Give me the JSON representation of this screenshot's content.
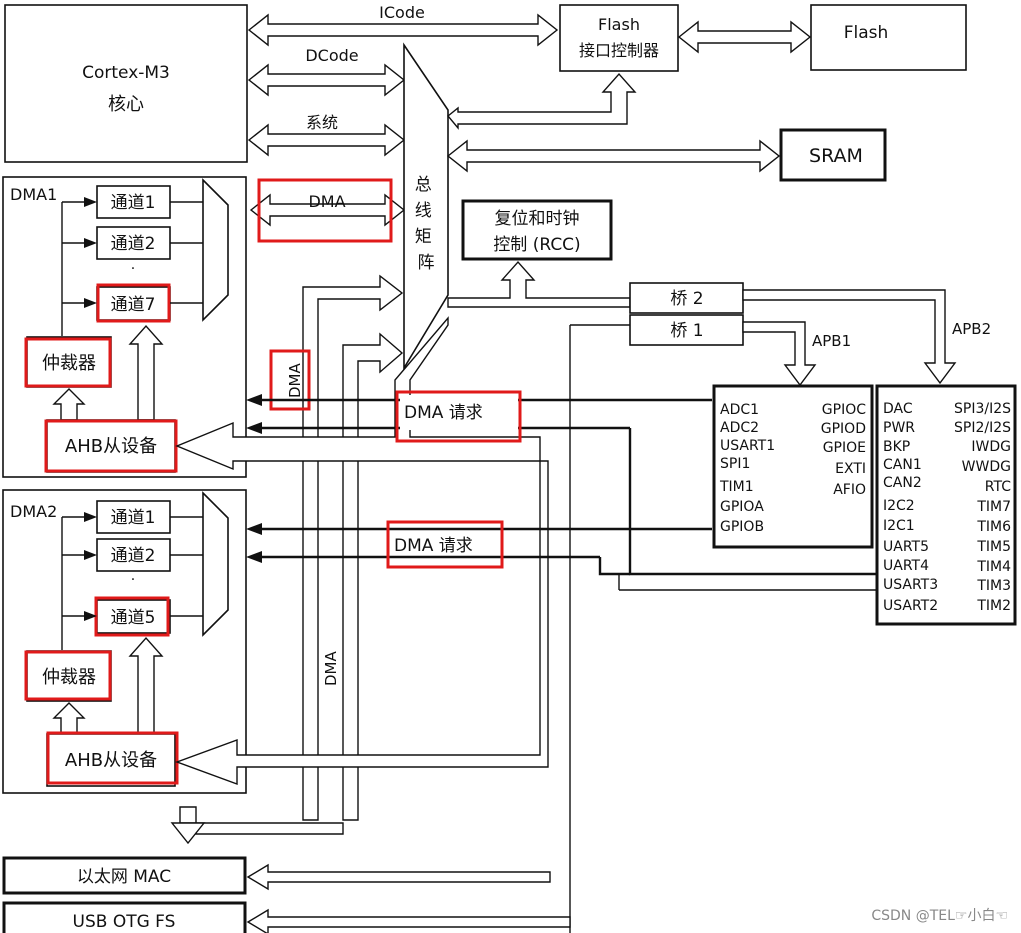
{
  "cpu": {
    "line1": "Cortex-M3",
    "line2": "核心"
  },
  "bus": {
    "icode": "ICode",
    "dcode": "DCode",
    "system": "系统",
    "dma": "DMA"
  },
  "flash_ctrl": {
    "line1": "Flash",
    "line2": "接口控制器"
  },
  "flash": "Flash",
  "sram": "SRAM",
  "bus_matrix": "总线矩阵",
  "rcc": {
    "line1": "复位和时钟",
    "line2": "控制 (RCC)"
  },
  "bridge2": "桥 2",
  "bridge1": "桥 1",
  "apb1_label": "APB1",
  "apb2_label": "APB2",
  "dma1": {
    "title": "DMA1",
    "channels": [
      "通道1",
      "通道2",
      "通道7"
    ],
    "arbiter": "仲裁器",
    "ahb_slave": "AHB从设备"
  },
  "dma2": {
    "title": "DMA2",
    "channels": [
      "通道1",
      "通道2",
      "通道5"
    ],
    "arbiter": "仲裁器",
    "ahb_slave": "AHB从设备"
  },
  "dma_vertical_1": "DMA",
  "dma_vertical_2": "DMA",
  "dma_request_1": "DMA  请求",
  "dma_request_2": "DMA  请求",
  "apb1_peripherals": {
    "left": [
      "ADC1",
      "ADC2",
      "USART1",
      "SPI1",
      "TIM1",
      "GPIOA",
      "GPIOB"
    ],
    "right": [
      "GPIOC",
      "GPIOD",
      "GPIOE",
      "EXTI",
      "AFIO"
    ]
  },
  "apb2_peripherals": {
    "left": [
      "DAC",
      "PWR",
      "BKP",
      "CAN1",
      "CAN2",
      "I2C2",
      "I2C1",
      "UART5",
      "UART4",
      "USART3",
      "USART2"
    ],
    "right": [
      "SPI3/I2S",
      "SPI2/I2S",
      "IWDG",
      "WWDG",
      "RTC",
      "TIM7",
      "TIM6",
      "TIM5",
      "TIM4",
      "TIM3",
      "TIM2"
    ]
  },
  "ethernet": "以太网 MAC",
  "usb": "USB OTG FS",
  "watermark": "CSDN @TEL☞小白☜",
  "colors": {
    "highlight": "#e01a1a",
    "stroke": "#111111"
  }
}
